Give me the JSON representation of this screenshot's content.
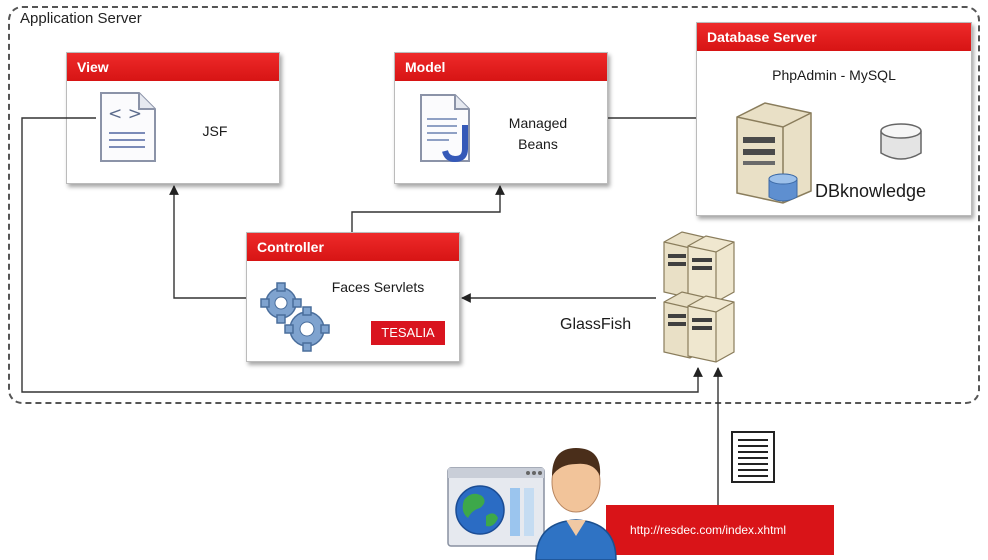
{
  "app_server": {
    "title": "Application Server"
  },
  "view": {
    "header": "View",
    "label": "JSF"
  },
  "model": {
    "header": "Model",
    "label_line1": "Managed",
    "label_line2": "Beans"
  },
  "database": {
    "header": "Database Server",
    "subtitle": "PhpAdmin - MySQL",
    "db_name": "DBknowledge"
  },
  "controller": {
    "header": "Controller",
    "label": "Faces Servlets",
    "badge": "TESALIA"
  },
  "glassfish": {
    "label": "GlassFish"
  },
  "client": {
    "url": "http://resdec.com/index.xhtml"
  },
  "colors": {
    "accent_red": "#d91418",
    "line": "#333333"
  },
  "icons": [
    "code-document-icon",
    "bean-document-icon",
    "database-server-icon",
    "database-cylinder-icon",
    "gears-icon",
    "server-cluster-icon",
    "request-document-icon",
    "browser-globe-icon",
    "user-icon"
  ]
}
